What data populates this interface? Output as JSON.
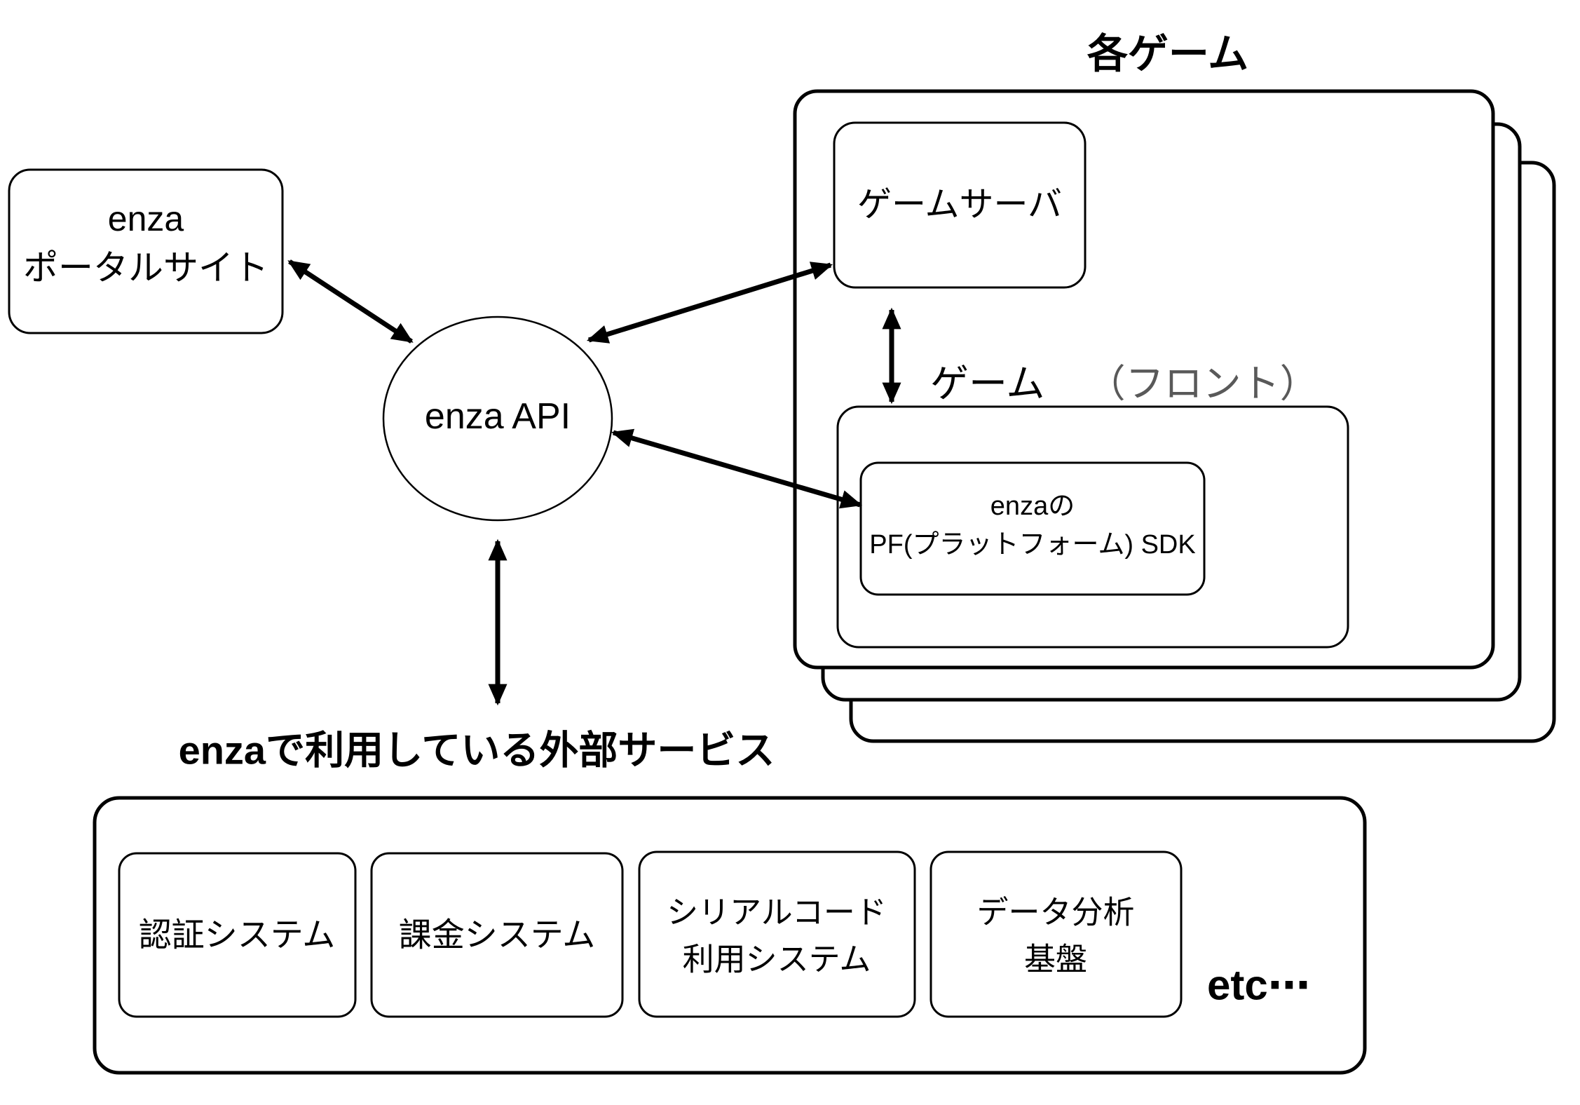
{
  "diagram": {
    "title_each_game": "各ゲーム",
    "portal": {
      "line1": "enza",
      "line2": "ポータルサイト"
    },
    "api": {
      "label": "enza API"
    },
    "game_server": {
      "label": "ゲームサーバ"
    },
    "game_front_label": {
      "main": "ゲーム",
      "paren": "（フロント）"
    },
    "sdk": {
      "line1": "enzaの",
      "line2": "PF(プラットフォーム) SDK"
    },
    "external_title": "enzaで利用している外部サービス",
    "services": {
      "auth": "認証システム",
      "billing": "課金システム",
      "serial_line1": "シリアルコード",
      "serial_line2": "利用システム",
      "data_line1": "データ分析",
      "data_line2": "基盤",
      "etc": "etc⋯"
    },
    "colors": {
      "ink": "#000000",
      "paren_gray": "#595959",
      "background": "#ffffff"
    }
  }
}
